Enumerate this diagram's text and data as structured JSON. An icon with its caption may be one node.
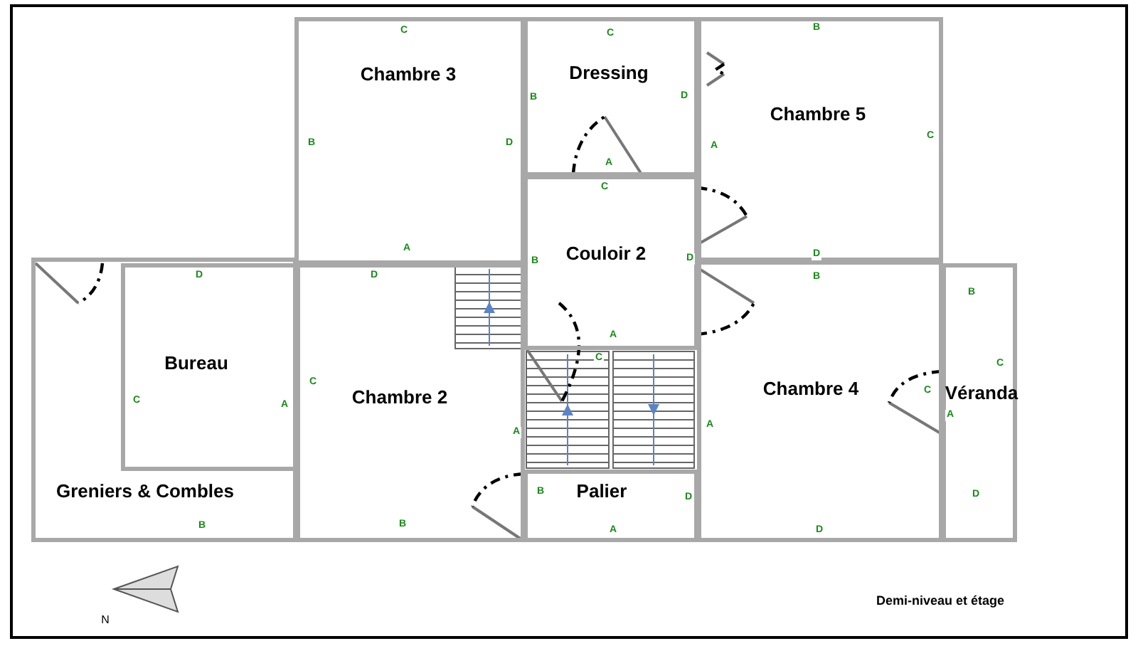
{
  "diagram": {
    "caption": "Demi-niveau et étage",
    "nodes": [
      {
        "text": [
          "Dressing"
        ]
      },
      {
        "text": [
          "Chambre 3"
        ]
      },
      {
        "text": [
          "Chambre 5"
        ]
      },
      {
        "text": [
          "Couloir 2"
        ]
      },
      {
        "text": [
          "Greniers & Combles"
        ]
      },
      {
        "text": [
          "Bureau"
        ],
        "in": 4
      },
      {
        "text": [
          "Chambre 2"
        ]
      },
      {
        "text": [
          "Chambre 4"
        ]
      },
      {
        "text": [
          "Véranda"
        ]
      },
      {
        "text": [
          "Palier"
        ]
      }
    ],
    "labels": [
      "B",
      "C",
      "C",
      "D",
      "B",
      "C",
      "B",
      "D",
      "A",
      "A",
      "C",
      "A",
      "D",
      "D",
      "B",
      "D",
      "D",
      "B",
      "B",
      "A",
      "C",
      "C",
      "C",
      "C",
      "C",
      "A",
      "A",
      "A",
      "A",
      "B",
      "D",
      "D",
      "B",
      "B",
      "A",
      "D",
      "N"
    ]
  }
}
